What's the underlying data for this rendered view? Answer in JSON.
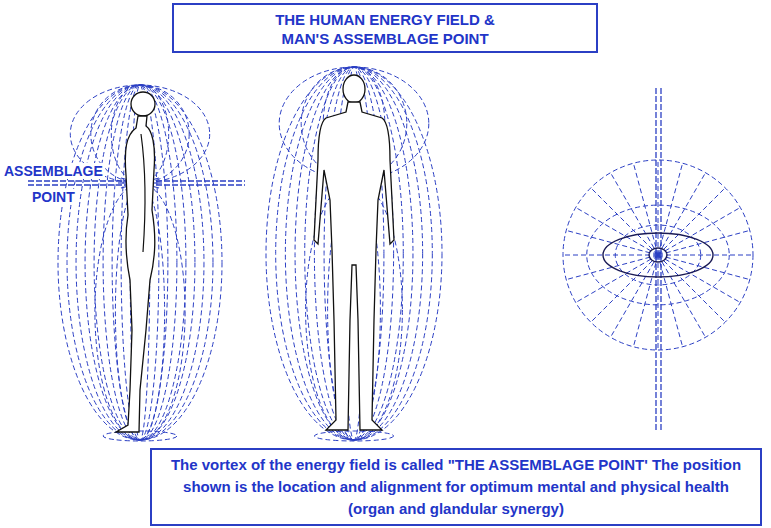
{
  "diagram": {
    "title": "THE HUMAN ENERGY FIELD & MAN'S ASSEMBLAGE POINT",
    "caption": "The vortex of the energy field is called \"THE ASSEMBLAGE POINT' The position shown is the location and alignment for optimum mental and physical health (organ and glandular synergy)",
    "labels": [
      "ASSEMBLAGE",
      "POINT"
    ]
  }
}
